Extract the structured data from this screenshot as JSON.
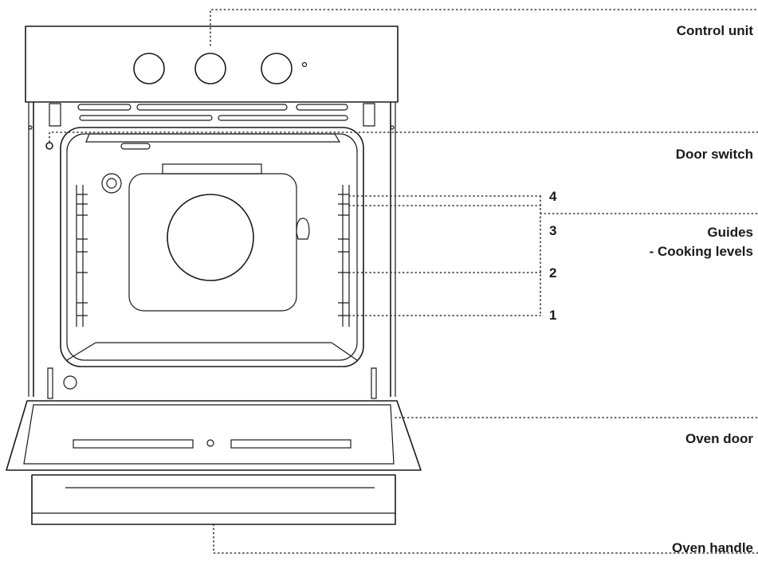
{
  "labels": {
    "control_unit": "Control unit",
    "door_switch": "Door switch",
    "guides": "Guides",
    "cooking_levels": "- Cooking levels",
    "oven_door": "Oven door",
    "oven_handle": "Oven handle"
  },
  "levels": [
    "4",
    "3",
    "2",
    "1"
  ]
}
